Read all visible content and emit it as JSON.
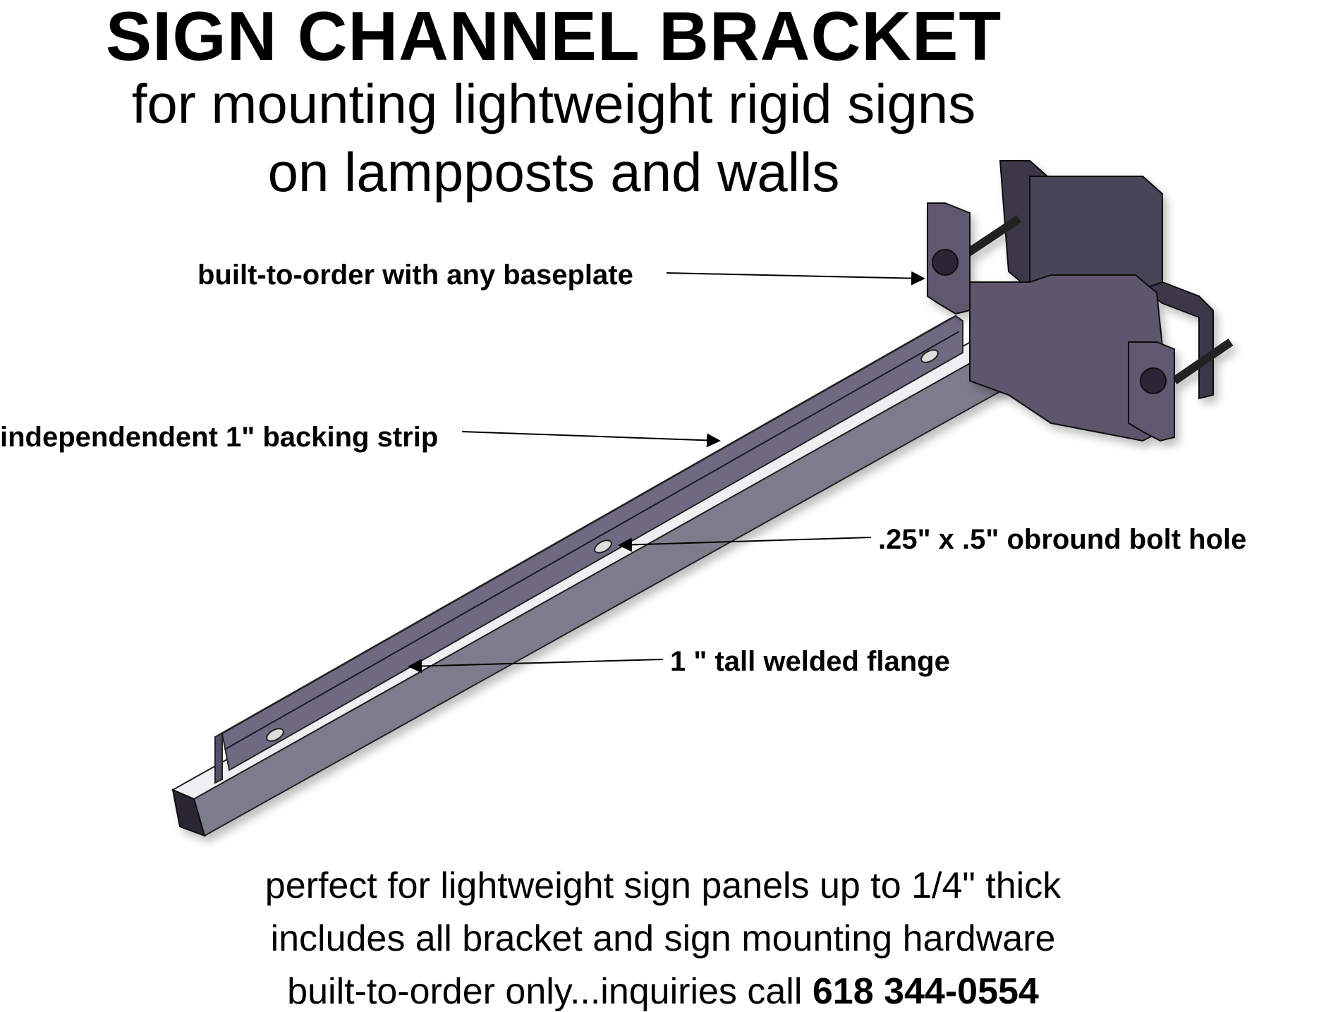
{
  "title": "SIGN CHANNEL BRACKET",
  "subtitle_line1": "for mounting lightweight rigid signs",
  "subtitle_line2": "on lampposts and walls",
  "callouts": {
    "baseplate": "built-to-order with any baseplate",
    "backing_strip": "independendent 1\" backing strip",
    "bolt_hole": ".25\" x .5\" obround bolt hole",
    "flange": "1 \" tall welded flange"
  },
  "footer": {
    "line1": "perfect for lightweight sign panels up to 1/4\" thick",
    "line2": "includes all bracket and sign mounting hardware",
    "line3_text": "built-to-order only...inquiries call ",
    "phone": "618 344-0554"
  },
  "colors": {
    "plate_front": "#5f586e",
    "plate_dark": "#3f3a4c",
    "arm_top": "#ececf0",
    "arm_side": "#7a7a8a",
    "strip": "#6f6b80"
  }
}
